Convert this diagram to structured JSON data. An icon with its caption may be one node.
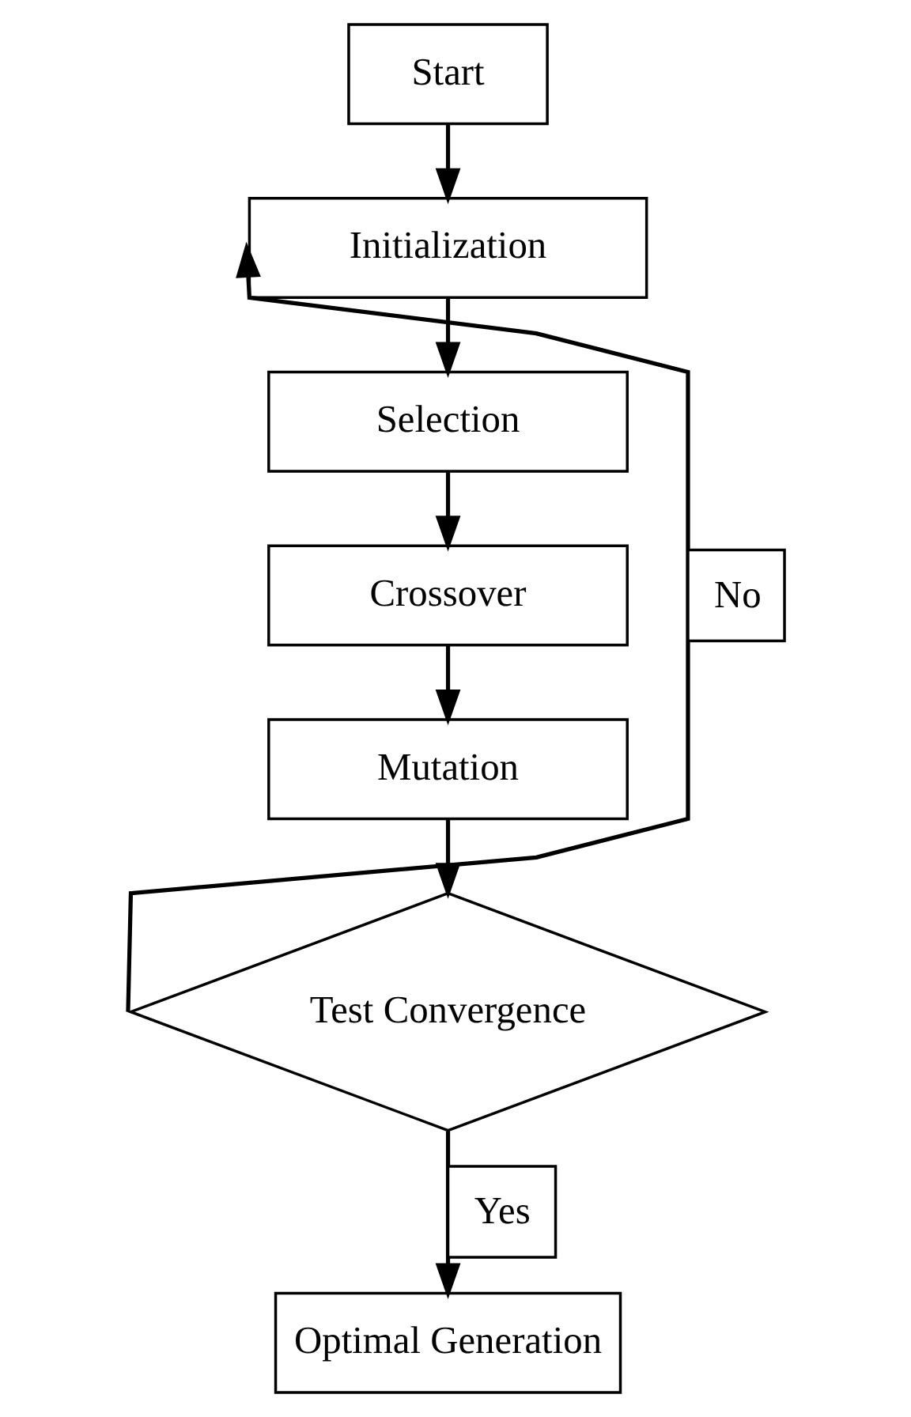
{
  "diagram": {
    "nodes": [
      {
        "text": [
          "Start"
        ]
      },
      {
        "text": [
          "Initialization"
        ]
      },
      {
        "text": [
          "Selection"
        ]
      },
      {
        "text": [
          "Crossover"
        ]
      },
      {
        "text": [
          "Mutation"
        ]
      },
      {
        "text": [
          "Test Convergence"
        ]
      },
      {
        "text": [
          "Optimal Generation"
        ]
      }
    ],
    "edges": [
      {
        "from": 0,
        "to": 1,
        "arrow": "to"
      },
      {
        "from": 1,
        "to": 2,
        "arrow": "to"
      },
      {
        "from": 2,
        "to": 3,
        "arrow": "to"
      },
      {
        "from": 3,
        "to": 4,
        "arrow": "to"
      },
      {
        "from": 4,
        "to": 5,
        "arrow": "to"
      },
      {
        "from": 5,
        "to": 1,
        "arrow": "to",
        "label": "No"
      },
      {
        "from": 5,
        "to": 6,
        "arrow": "to",
        "label": "Yes"
      }
    ]
  }
}
